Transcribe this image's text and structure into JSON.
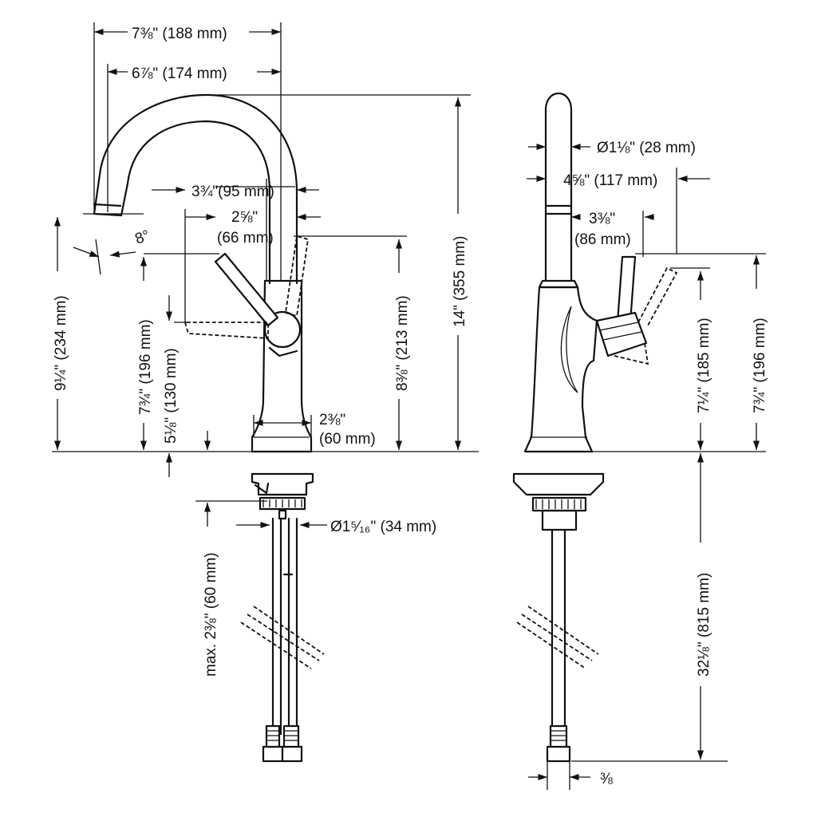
{
  "side_view": {
    "width_overall": "7⅜\" (188 mm)",
    "width_spout": "6⅞\" (174 mm)",
    "handle_reach": "3¾\"(95 mm)",
    "handle_offset_in": "2⅝\"",
    "handle_offset_mm": "(66 mm)",
    "spout_angle": "8°",
    "spout_height": "9¼\" (234 mm)",
    "handle_height": "7¾\" (196 mm)",
    "lever_height": "5⅛\" (130 mm)",
    "lever_top_height": "8⅜\" (213 mm)",
    "total_height": "14\" (355 mm)",
    "base_width_in": "2⅜\"",
    "base_width_mm": "(60 mm)",
    "shank_diameter": "Ø1⁵⁄₁₆\" (34 mm)",
    "max_counter": "max. 2⅜\" (60 mm)"
  },
  "front_view": {
    "spout_diameter": "Ø1⅛\" (28 mm)",
    "depth": "4⅝\" (117 mm)",
    "handle_depth_in": "3⅜\"",
    "handle_depth_mm": "(86 mm)",
    "handle_height_a": "7¼\" (185 mm)",
    "handle_height_b": "7¾\" (196 mm)",
    "hose_length": "32⅛\" (815 mm)",
    "fitting": "⅜"
  }
}
